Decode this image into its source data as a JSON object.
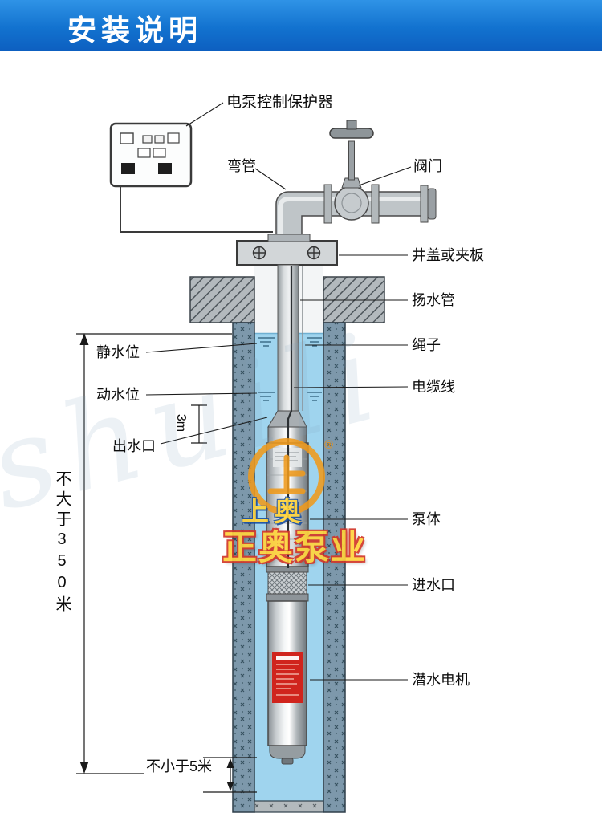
{
  "header": {
    "title": "安装说明"
  },
  "labels": {
    "controller": "电泵控制保护器",
    "elbow": "弯管",
    "valve": "阀门",
    "well_cover": "井盖或夹板",
    "riser_pipe": "扬水管",
    "rope": "绳子",
    "cable": "电缆线",
    "static_level": "静水位",
    "dynamic_level": "动水位",
    "outlet": "出水口",
    "pump_body": "泵体",
    "inlet": "进水口",
    "motor": "潜水电机"
  },
  "dimensions": {
    "max_depth": "不大于350米",
    "min_clearance": "不小于5米",
    "outlet_depth": "3m"
  },
  "watermark": {
    "registered": "®",
    "brand_small": "上奥",
    "brand_large": "正奥泵业",
    "script": "shuili"
  },
  "colors": {
    "banner_blue": "#1272cf",
    "water_blue": "#9fd4ee",
    "wall_blue_gray": "#7d98ab",
    "brand_yellow": "#ffd43d",
    "brand_red": "#d2372a",
    "nameplate_red": "#d0241d"
  }
}
